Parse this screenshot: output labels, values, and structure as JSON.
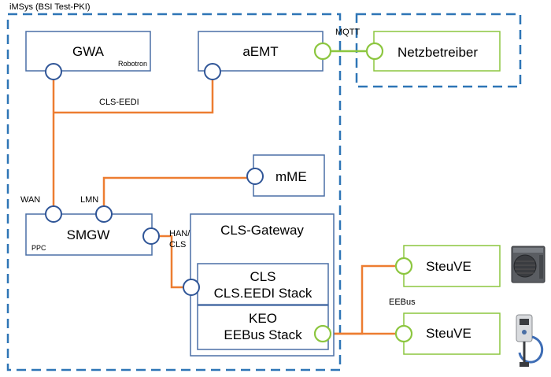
{
  "containers": {
    "imsys_label": "iMSys (BSI Test-PKI)"
  },
  "nodes": {
    "gwa": {
      "title": "GWA",
      "sub": "Robotron"
    },
    "aemt": {
      "title": "aEMT"
    },
    "netz": {
      "title": "Netzbetreiber"
    },
    "mme": {
      "title": "mME"
    },
    "smgw": {
      "title": "SMGW",
      "sub": "PPC"
    },
    "clsgw": {
      "title": "CLS-Gateway"
    },
    "cls": {
      "line1": "CLS",
      "line2": "CLS.EEDI Stack"
    },
    "keo": {
      "line1": "KEO",
      "line2": "EEBus Stack"
    },
    "steuve1": {
      "title": "SteuVE"
    },
    "steuve2": {
      "title": "SteuVE"
    }
  },
  "labels": {
    "mqtt": "MQTT",
    "cls_eedi": "CLS-EEDI",
    "wan": "WAN",
    "lmn": "LMN",
    "han1": "HAN/",
    "han2": "CLS",
    "eebus": "EEBus"
  },
  "icons": {
    "heat_pump": "heat-pump-icon",
    "wallbox": "wallbox-charger-icon"
  },
  "colors": {
    "container_border": "#2e75b6",
    "box_blue": "#4a6fa5",
    "box_green": "#8cc63f",
    "connection_orange": "#ed7d31"
  }
}
